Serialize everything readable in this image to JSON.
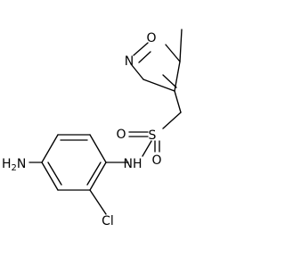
{
  "atoms": {
    "oxygen_ring": "O",
    "nitrogen_ring": "N",
    "sulfur": "S",
    "sulfonyl_oxygen_1": "O",
    "sulfonyl_oxygen_2": "O",
    "amide_nh": "NH",
    "amine": "H2N",
    "amine_h": "H",
    "amine_sub": "2",
    "amine_n": "N",
    "chlorine": "Cl"
  }
}
